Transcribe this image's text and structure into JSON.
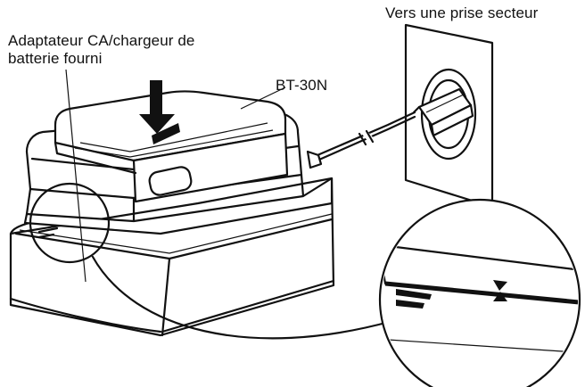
{
  "labels": {
    "adapter_line1": "Adaptateur CA/chargeur de",
    "adapter_line2": "batterie fourni",
    "battery": "BT-30N",
    "outlet": "Vers une prise secteur"
  }
}
